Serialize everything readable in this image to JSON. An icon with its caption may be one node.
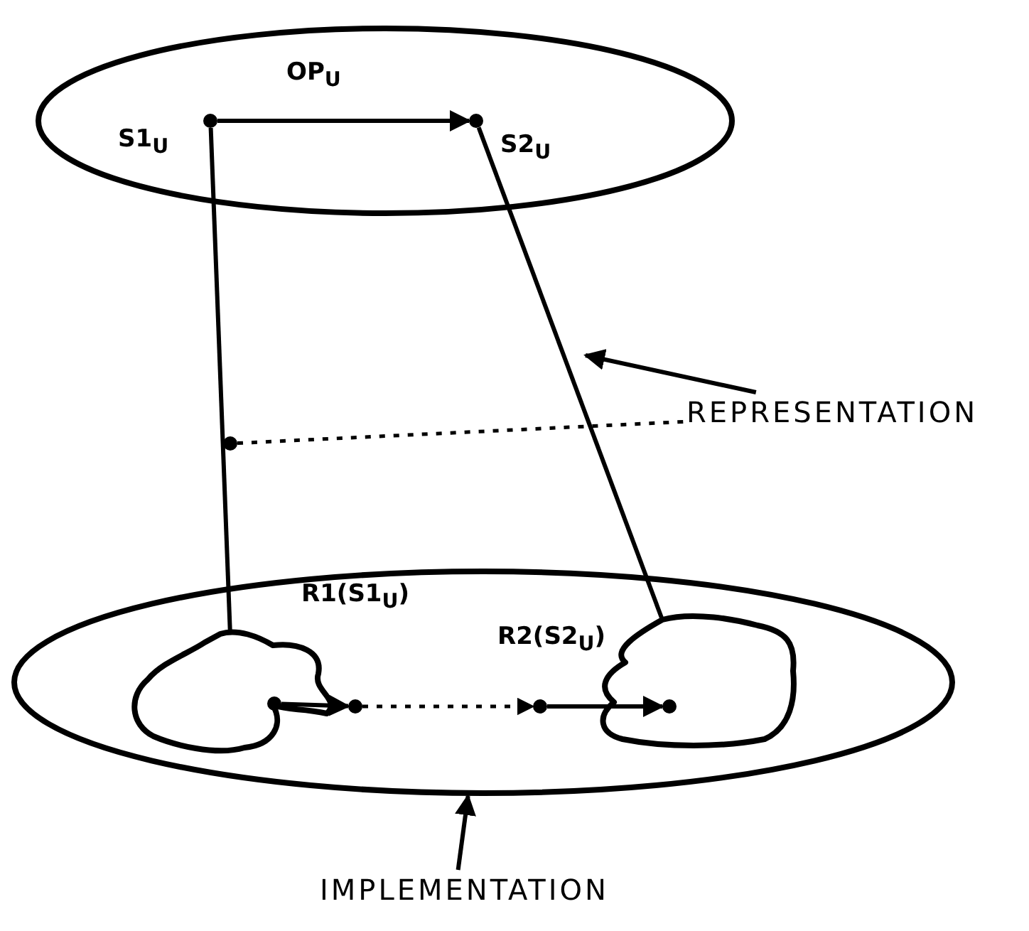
{
  "diagram": {
    "nodes": [
      {
        "text": [],
        "shape": "ellipse"
      },
      {
        "text": [],
        "shape": "circle",
        "beside": [
          "S1$_{U}$"
        ],
        "in": 0
      },
      {
        "text": [],
        "shape": "circle",
        "beside": [
          "S2$_{U}$"
        ],
        "in": 0
      },
      {
        "text": [],
        "shape": "ellipse"
      },
      {
        "text": [],
        "shape": "cloud",
        "beside": [
          "R1(S1$_{U}$)"
        ],
        "in": 3
      },
      {
        "text": [],
        "shape": "cloud",
        "beside": [
          "R2(S2$_{U}$)"
        ],
        "in": 3
      },
      {
        "text": [],
        "shape": "circle",
        "in": 4
      },
      {
        "text": [],
        "shape": "circle",
        "in": 3
      },
      {
        "text": [],
        "shape": "circle",
        "in": 3
      },
      {
        "text": [],
        "shape": "circle",
        "in": 5
      },
      {
        "text": [],
        "shape": "circle"
      },
      {
        "text": [
          "REPRESENTATION"
        ]
      },
      {
        "text": [
          "IMPLEMENTATION"
        ]
      }
    ],
    "edges": [
      {
        "from": 1,
        "to": 2,
        "arrow": "to",
        "label": "OP$_{U}$"
      },
      {
        "from": 1,
        "to": 4,
        "arrow": "none"
      },
      {
        "from": 2,
        "to": 5,
        "arrow": "none"
      },
      {
        "from": 6,
        "to": 7,
        "arrow": "to"
      },
      {
        "from": 7,
        "to": 8,
        "arrow": "to",
        "style": "dashed"
      },
      {
        "from": 8,
        "to": 9,
        "arrow": "to"
      },
      {
        "from": 10,
        "to": 11,
        "arrow": "none",
        "style": "dashed"
      },
      {
        "from": 11,
        "to": null,
        "arrow": "to"
      },
      {
        "from": 12,
        "to": 3,
        "arrow": "to"
      }
    ]
  }
}
